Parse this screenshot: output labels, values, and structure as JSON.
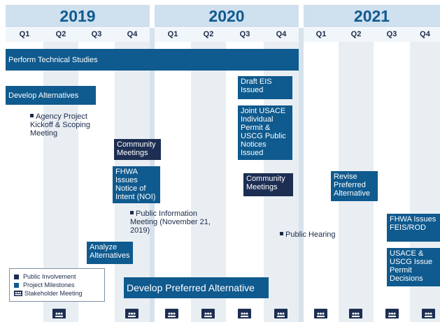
{
  "years": [
    "2019",
    "2020",
    "2021"
  ],
  "quarters": [
    "Q1",
    "Q2",
    "Q3",
    "Q4",
    "Q1",
    "Q2",
    "Q3",
    "Q4",
    "Q1",
    "Q2",
    "Q3",
    "Q4"
  ],
  "bars": {
    "technical_studies": "Perform Technical Studies",
    "develop_alternatives": "Develop Alternatives",
    "community_meetings_2019": "Community Meetings",
    "fhwa_noi": "FHWA Issues Notice of Intent (NOI)",
    "analyze_alternatives": "Analyze Alternatives",
    "develop_preferred": "Develop Preferred Alternative",
    "draft_eis": "Draft EIS Issued",
    "joint_notices": "Joint USACE Individual Permit & USCG Public Notices Issued",
    "community_meetings_2020": "Community Meetings",
    "revise_preferred": "Revise Preferred Alternative",
    "fhwa_feis": "FHWA Issues FEIS/ROD",
    "usace_decisions": "USACE & USCG Issue Permit Decisions"
  },
  "notes": {
    "agency_meeting": "Agency Project Kickoff & Scoping Meeting",
    "public_info": "Public Information Meeting (November 21, 2019)",
    "public_hearing": "Public Hearing"
  },
  "legend": {
    "public_involvement": "Public Involvement",
    "project_milestones": "Project Milestones",
    "stakeholder_meeting": "Stakeholder Meeting"
  },
  "colors": {
    "milestone_blue": "#0f5a8e",
    "public_navy": "#1c2e52",
    "year_band": "#cfe0ef",
    "column_shade": "#e9eef3"
  },
  "icons": {
    "stakeholder": "people-group-icon"
  }
}
